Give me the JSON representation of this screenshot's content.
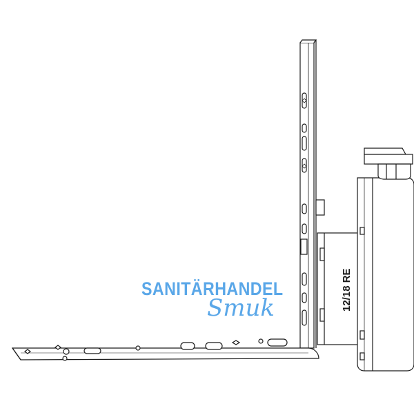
{
  "diagram": {
    "part_label": "12/18 RE",
    "watermark": {
      "line1": "SANITÄRHANDEL",
      "line2": "Smuk",
      "color": "#5aa7e8"
    },
    "line_color": "#1a1a1a",
    "fill_color": "#ffffff"
  }
}
